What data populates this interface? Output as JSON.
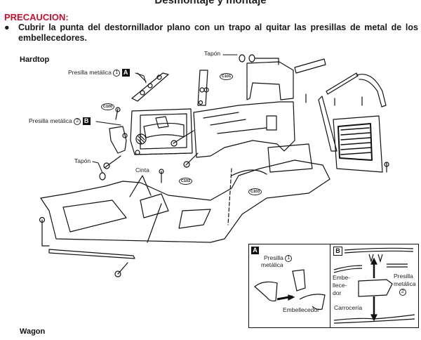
{
  "page": {
    "title": "Desmontaje y montaje",
    "caution_heading": "PRECAUCION:",
    "caution_bullet": "●",
    "caution_text": "Cubrir la punta del destornillador plano con un trapo al quitar las presillas de metal de los embellecedores."
  },
  "sections": {
    "hardtop": "Hardtop",
    "wagon": "Wagon"
  },
  "diagram_labels": {
    "presilla_1": "Presilla metálica",
    "presilla_1_num": "1",
    "presilla_1_badge": "A",
    "presilla_2": "Presilla metálica",
    "presilla_2_num": "2",
    "presilla_2_badge": "B",
    "tapon_left": "Tapón",
    "tapon_top": "Tapón",
    "cinta": "Cinta",
    "codes": [
      "C101",
      "C102",
      "C103",
      "C100"
    ]
  },
  "detail_a": {
    "badge": "A",
    "presilla": "Presilla",
    "presilla_num": "1",
    "metalica": "metálica",
    "embellecedor": "Embellecedor"
  },
  "detail_b": {
    "badge": "B",
    "embe": "Embe-",
    "llece": "llece-",
    "dor": "dor",
    "presilla": "Presilla",
    "metalica": "metálica",
    "presilla_num": "2",
    "carroceria": "Carrocería"
  },
  "colors": {
    "caution": "#c8102e",
    "ink": "#111111"
  }
}
